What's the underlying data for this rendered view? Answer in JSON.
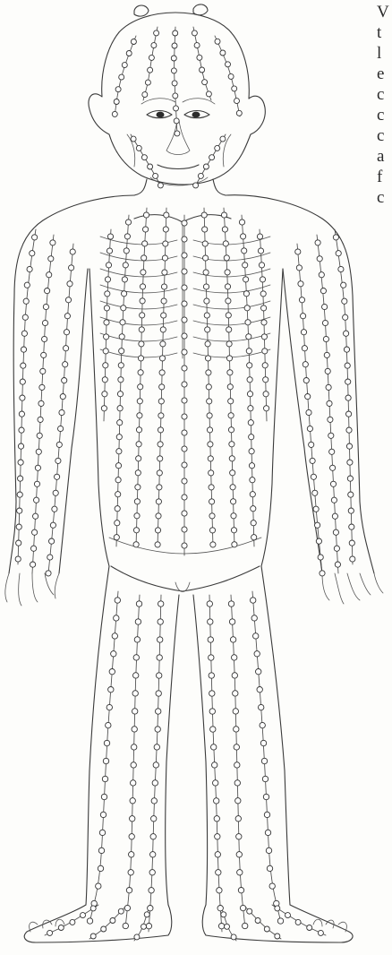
{
  "figure": {
    "subject": "acupuncture-meridian-figure",
    "ink_color": "#3a3a3a",
    "paper_color": "#fdfdfb"
  },
  "edge_text": {
    "lines": [
      "V",
      "t",
      "l",
      "e",
      "c",
      "c",
      "c",
      "a",
      "f",
      "c"
    ]
  }
}
